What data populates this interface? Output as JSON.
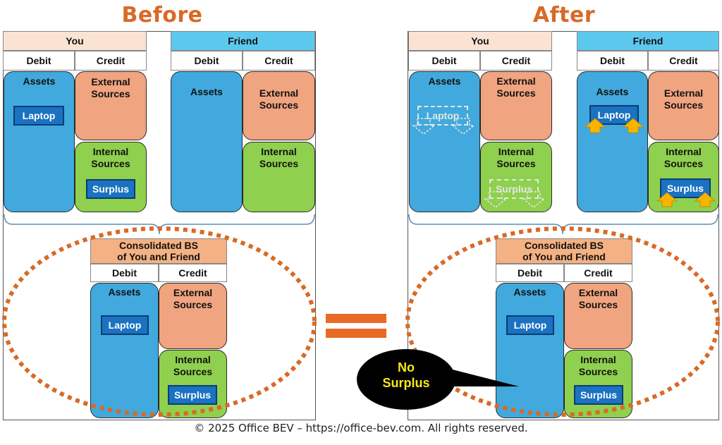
{
  "headings": {
    "before": "Before",
    "after": "After"
  },
  "labels": {
    "you": "You",
    "friend": "Friend",
    "debit": "Debit",
    "credit": "Credit",
    "assets": "Assets",
    "external_line1": "External",
    "external_line2": "Sources",
    "internal_line1": "Internal",
    "internal_line2": "Sources",
    "laptop": "Laptop",
    "surplus": "Surplus",
    "consolidated_line1": "Consolidated BS",
    "consolidated_line2": "of You and Friend"
  },
  "callout": {
    "line1": "No",
    "line2": "Surplus"
  },
  "footer": "© 2025 Office BEV – https://office-bev.com. All rights reserved.",
  "colors": {
    "title": "#d86a27",
    "assets": "#41a9dd",
    "external": "#f0a47f",
    "internal": "#8fd04e",
    "tag": "#1a72c1",
    "you_header": "#fbe3d4",
    "friend_header": "#5dc8ee",
    "consolidated_header": "#f4b183",
    "ellipse": "#d86a27",
    "arrow": "#f7b500",
    "callout_bg": "#000000",
    "callout_text": "#f8e81c"
  },
  "icons": [
    "equals-sign",
    "down-arrow",
    "up-arrow",
    "speech-bubble"
  ]
}
